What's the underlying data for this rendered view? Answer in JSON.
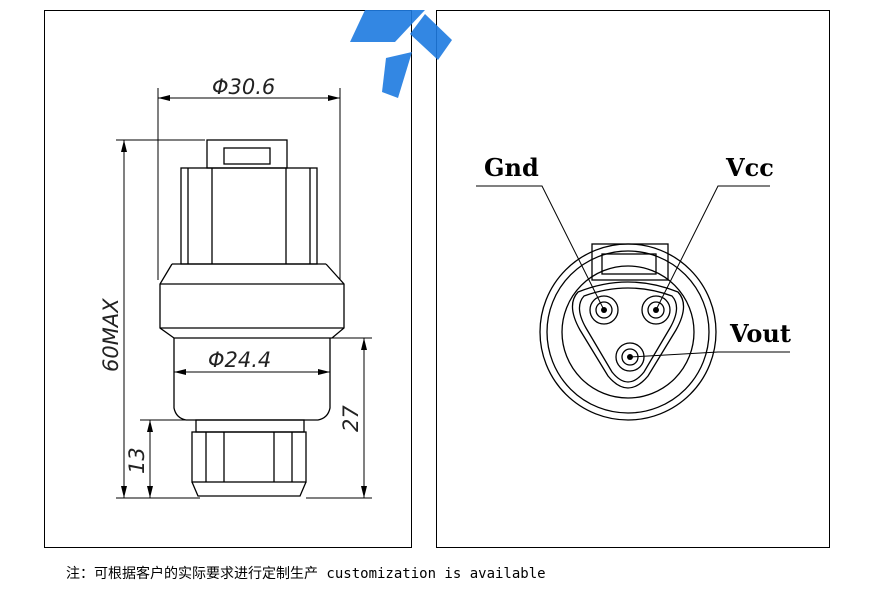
{
  "drawing_left": {
    "dim_top_diameter": "Φ30.6",
    "dim_lower_diameter": "Φ24.4",
    "dim_total_height": "60MAX",
    "dim_body_height": "27",
    "dim_thread_height": "13"
  },
  "drawing_right": {
    "pin_gnd": "Gnd",
    "pin_vcc": "Vcc",
    "pin_vout": "Vout"
  },
  "note": "注：可根据客户的实际要求进行定制生产 customization is available",
  "colors": {
    "watermark": "#1e7be0",
    "line": "#000000"
  }
}
